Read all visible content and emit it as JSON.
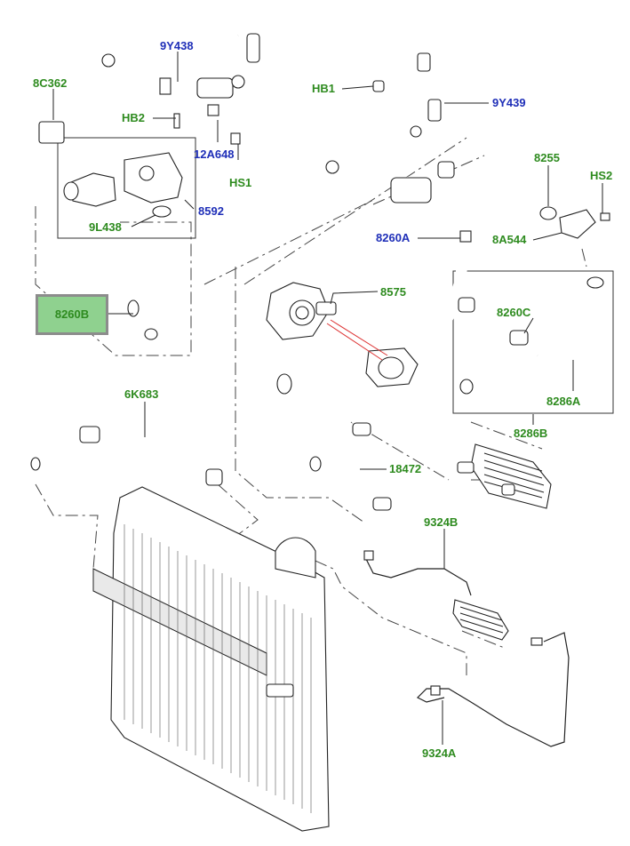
{
  "diagram": {
    "colors": {
      "label_green": "#2e8b1f",
      "label_blue": "#1f2fb8",
      "highlight_fill": "#8fd18f",
      "highlight_border": "#8c8c8c",
      "red_leader": "#d33"
    },
    "labels": {
      "p_9y438": "9Y438",
      "p_8c362": "8C362",
      "p_hb2": "HB2",
      "p_12a648": "12A648",
      "p_hs1": "HS1",
      "p_8592": "8592",
      "p_9l438": "9L438",
      "p_hb1": "HB1",
      "p_9y439": "9Y439",
      "p_8255": "8255",
      "p_hs2": "HS2",
      "p_8a544": "8A544",
      "p_8260a": "8260A",
      "p_8260b": "8260B",
      "p_8575": "8575",
      "p_8260c": "8260C",
      "p_8286a": "8286A",
      "p_8286b": "8286B",
      "p_6k683": "6K683",
      "p_18472": "18472",
      "p_9324b": "9324B",
      "p_9324a": "9324A"
    }
  }
}
